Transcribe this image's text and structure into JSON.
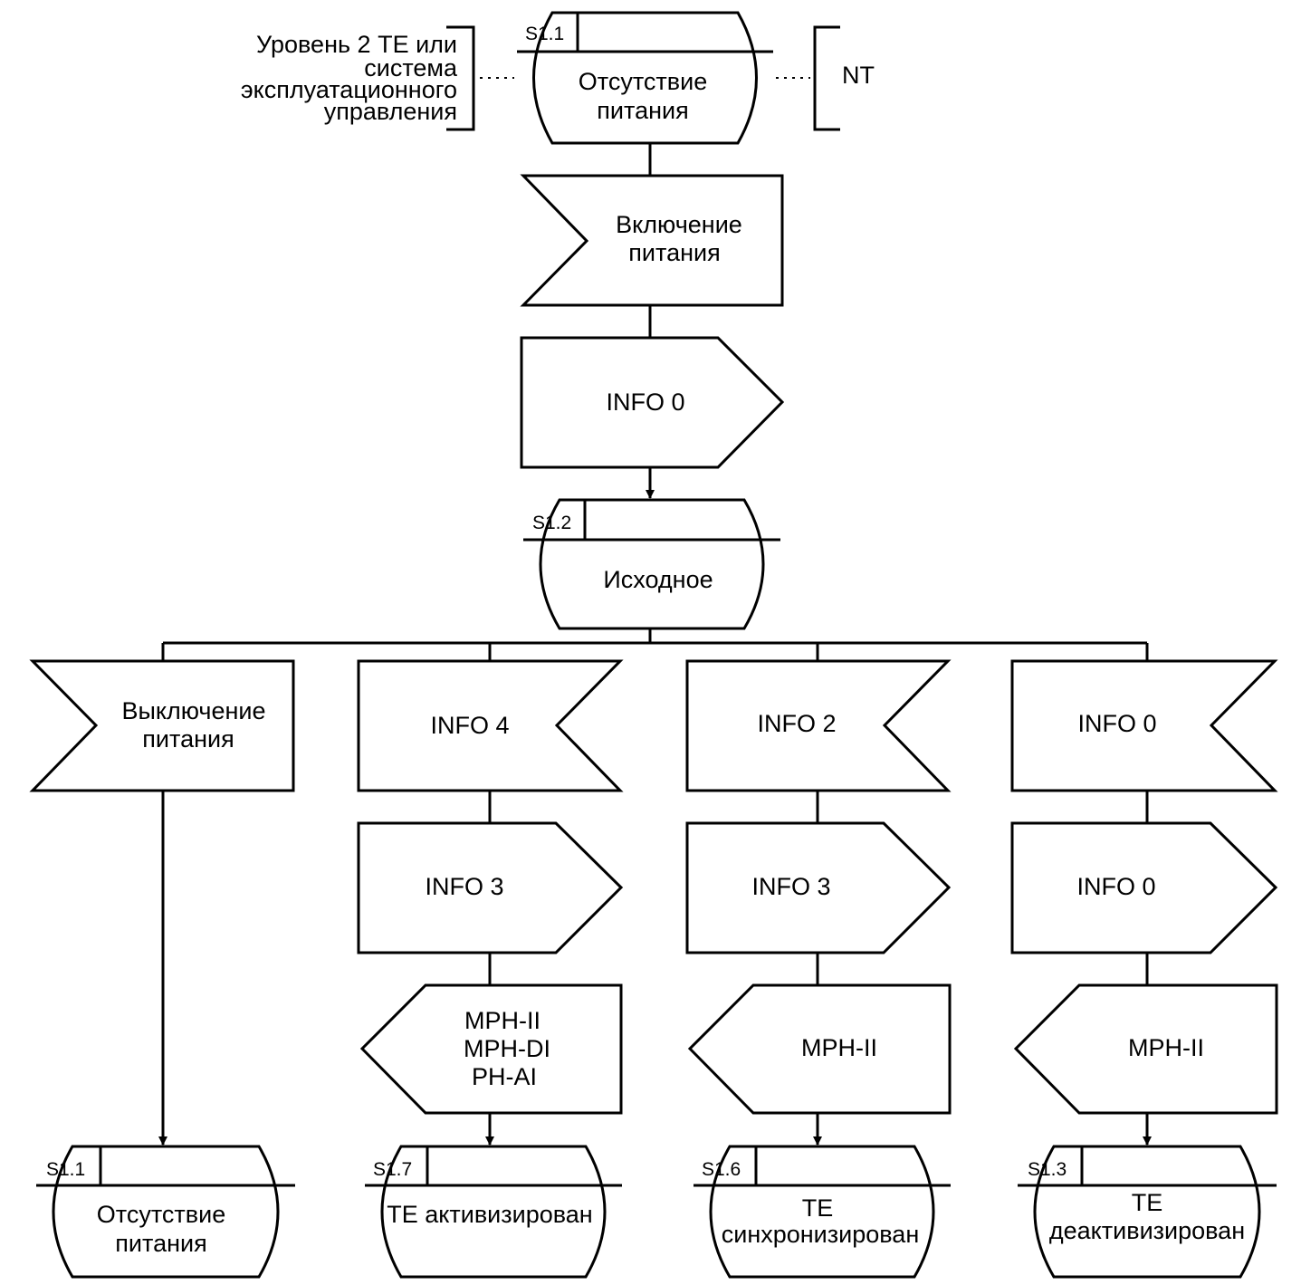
{
  "annotations": {
    "left_lines": [
      "Уровень 2 ТЕ или",
      "система",
      "эксплуатационного",
      "управления"
    ],
    "right": "NT"
  },
  "top_state": {
    "id": "S1.1",
    "label_lines": [
      "Отсутствие",
      "питания"
    ]
  },
  "power_on": {
    "label_lines": [
      "Включение",
      "питания"
    ]
  },
  "send_info0": {
    "label": "INFO 0"
  },
  "initial_state": {
    "id": "S1.2",
    "label": "Исходное"
  },
  "branches": [
    {
      "input_lines": [
        "Выключение",
        "питания"
      ],
      "result": {
        "id": "S1.1",
        "label_lines": [
          "Отсутствие",
          "питания"
        ]
      }
    },
    {
      "input": "INFO 4",
      "output": "INFO 3",
      "primitive_lines": [
        "MPH-II",
        "MPH-DI",
        "PH-AI"
      ],
      "result": {
        "id": "S1.7",
        "label_lines": [
          "ТЕ активизирован"
        ]
      }
    },
    {
      "input": "INFO 2",
      "output": "INFO 3",
      "primitive_lines": [
        "MPH-II"
      ],
      "result": {
        "id": "S1.6",
        "label_lines": [
          "ТЕ",
          "синхронизирован"
        ]
      }
    },
    {
      "input": "INFO 0",
      "output": "INFO 0",
      "primitive_lines": [
        "MPH-II"
      ],
      "result": {
        "id": "S1.3",
        "label_lines": [
          "ТЕ",
          "деактивизирован"
        ]
      }
    }
  ]
}
